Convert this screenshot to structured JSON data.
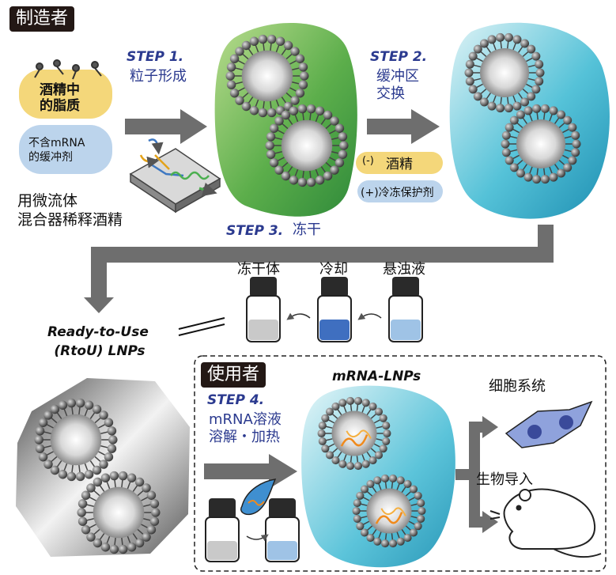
{
  "maker": {
    "tag": "制造者",
    "lipid_line1": "酒精中",
    "lipid_line2": "的脂质",
    "buffer_line1": "不含mRNA",
    "buffer_line2": "的缓冲剂",
    "mixer_line1": "用微流体",
    "mixer_line2": "混合器稀释酒精"
  },
  "step1": {
    "label": "STEP 1.",
    "desc": "粒子形成"
  },
  "step2": {
    "label": "STEP 2.",
    "desc_line1": "缓冲区",
    "desc_line2": "交换",
    "minus": "(-)",
    "minus_item": "酒精",
    "plus_item": "(+)冷冻保护剂"
  },
  "step3": {
    "label": "STEP 3.",
    "desc": "冻干"
  },
  "vials": {
    "freeze_dried": "冻干体",
    "cooling": "冷却",
    "suspension": "悬浊液"
  },
  "rtou": {
    "line1": "Ready-to-Use",
    "line2": "(RtoU) LNPs"
  },
  "user": {
    "tag": "使用者",
    "step4_label": "STEP 4.",
    "step4_line1": "mRNA溶液",
    "step4_line2": "溶解・加热",
    "mrna_lnps": "mRNA-LNPs",
    "cells": "细胞系统",
    "in_vivo": "生物导入"
  },
  "colors": {
    "step_text": "#2b3a8f",
    "arrow": "#6e6e6e",
    "lipid_yellow": "#f4d77a",
    "buffer_blue": "#bcd4ec",
    "green_blob": "#5aae4a",
    "cyan_blob": "#3fb7d0",
    "tag_bg": "#231815",
    "mrna_orange": "#f08a1c"
  }
}
